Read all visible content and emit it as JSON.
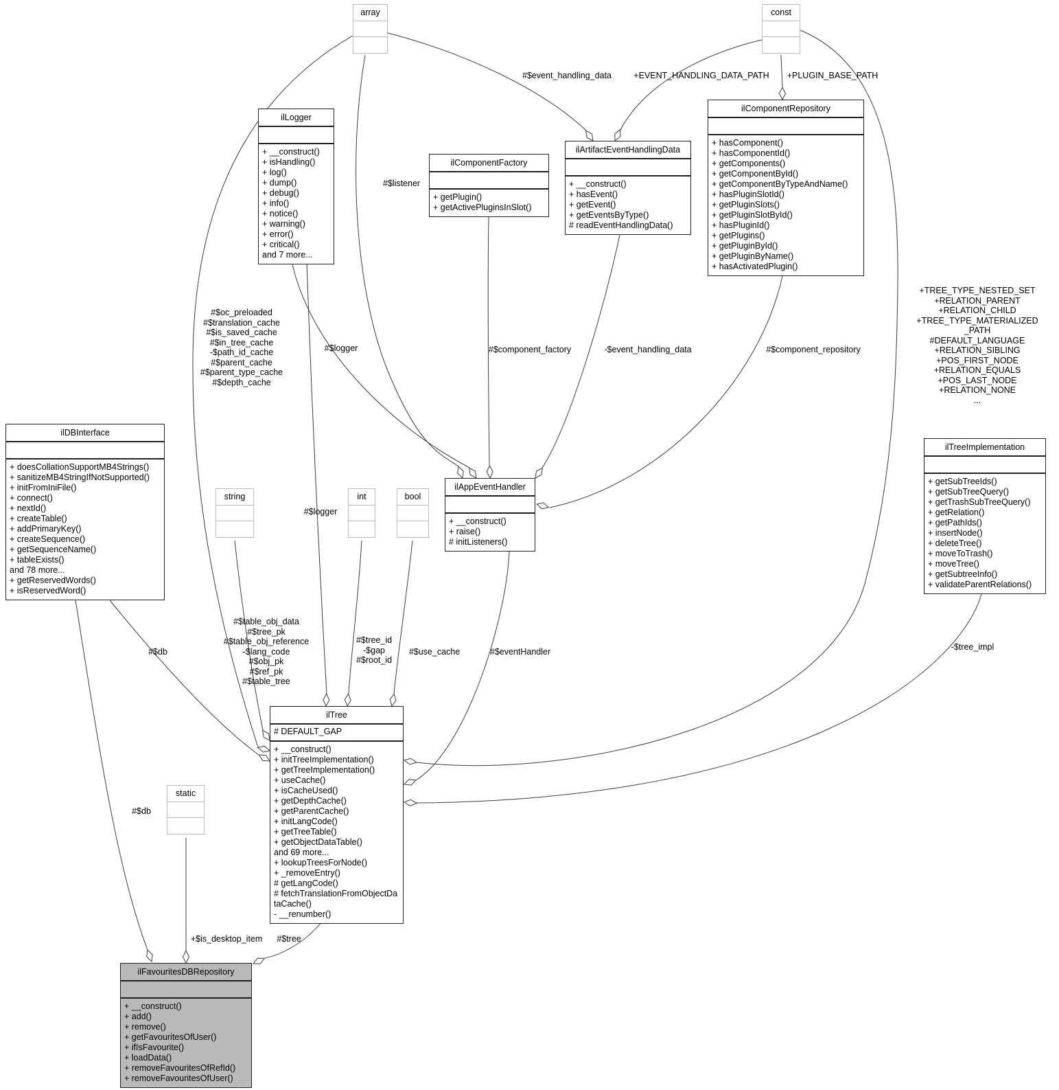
{
  "diagram": {
    "classes": [
      {
        "id": "array",
        "name": "array",
        "kind": "primitive",
        "attributes": [],
        "methods": []
      },
      {
        "id": "const",
        "name": "const",
        "kind": "primitive",
        "attributes": [],
        "methods": []
      },
      {
        "id": "string",
        "name": "string",
        "kind": "primitive",
        "attributes": [],
        "methods": []
      },
      {
        "id": "int",
        "name": "int",
        "kind": "primitive",
        "attributes": [],
        "methods": []
      },
      {
        "id": "bool",
        "name": "bool",
        "kind": "primitive",
        "attributes": [],
        "methods": []
      },
      {
        "id": "static",
        "name": "static",
        "kind": "primitive",
        "attributes": [],
        "methods": []
      },
      {
        "id": "ilLogger",
        "name": "ilLogger",
        "kind": "class",
        "attributes": [],
        "methods": [
          "+ __construct()",
          "+ isHandling()",
          "+ log()",
          "+ dump()",
          "+ debug()",
          "+ info()",
          "+ notice()",
          "+ warning()",
          "+ error()",
          "+ critical()",
          "and 7 more..."
        ]
      },
      {
        "id": "ilComponentFactory",
        "name": "ilComponentFactory",
        "kind": "class",
        "attributes": [],
        "methods": [
          "+ getPlugin()",
          "+ getActivePluginsInSlot()"
        ]
      },
      {
        "id": "ilArtifactEventHandlingData",
        "name": "ilArtifactEventHandlingData",
        "kind": "class",
        "attributes": [],
        "methods": [
          "+ __construct()",
          "+ hasEvent()",
          "+ getEvent()",
          "+ getEventsByType()",
          "# readEventHandlingData()"
        ]
      },
      {
        "id": "ilComponentRepository",
        "name": "ilComponentRepository",
        "kind": "class",
        "attributes": [],
        "methods": [
          "+ hasComponent()",
          "+ hasComponentId()",
          "+ getComponents()",
          "+ getComponentById()",
          "+ getComponentByTypeAndName()",
          "+ hasPluginSlotId()",
          "+ getPluginSlots()",
          "+ getPluginSlotById()",
          "+ hasPluginId()",
          "+ getPlugins()",
          "+ getPluginById()",
          "+ getPluginByName()",
          "+ hasActivatedPlugin()"
        ]
      },
      {
        "id": "ilDBInterface",
        "name": "ilDBInterface",
        "kind": "class",
        "attributes": [],
        "methods": [
          "+ doesCollationSupportMB4Strings()",
          "+ sanitizeMB4StringIfNotSupported()",
          "+ initFromIniFile()",
          "+ connect()",
          "+ nextId()",
          "+ createTable()",
          "+ addPrimaryKey()",
          "+ createSequence()",
          "+ getSequenceName()",
          "+ tableExists()",
          "and 78 more...",
          "+ getReservedWords()",
          "+ isReservedWord()"
        ]
      },
      {
        "id": "ilAppEventHandler",
        "name": "ilAppEventHandler",
        "kind": "class",
        "attributes": [],
        "methods": [
          "+ __construct()",
          "+ raise()",
          "# initListeners()"
        ]
      },
      {
        "id": "ilTreeImplementation",
        "name": "ilTreeImplementation",
        "kind": "class",
        "attributes": [],
        "methods": [
          "+ getSubTreeIds()",
          "+ getSubTreeQuery()",
          "+ getTrashSubTreeQuery()",
          "+ getRelation()",
          "+ getPathIds()",
          "+ insertNode()",
          "+ deleteTree()",
          "+ moveToTrash()",
          "+ moveTree()",
          "+ getSubtreeInfo()",
          "+ validateParentRelations()"
        ]
      },
      {
        "id": "ilTree",
        "name": "ilTree",
        "kind": "class",
        "attributes": [
          "# DEFAULT_GAP"
        ],
        "methods": [
          "+ __construct()",
          "+ initTreeImplementation()",
          "+ getTreeImplementation()",
          "+ useCache()",
          "+ isCacheUsed()",
          "+ getDepthCache()",
          "+ getParentCache()",
          "+ initLangCode()",
          "+ getTreeTable()",
          "+ getObjectDataTable()",
          "and 69 more...",
          "+ lookupTreesForNode()",
          "+ _removeEntry()",
          "# getLangCode()",
          "# fetchTranslationFromObjectDataCache()",
          "- __renumber()"
        ]
      },
      {
        "id": "ilFavouritesDBRepository",
        "name": "ilFavouritesDBRepository",
        "kind": "highlight",
        "attributes": [],
        "methods": [
          "+ __construct()",
          "+ add()",
          "+ remove()",
          "+ getFavouritesOfUser()",
          "+ ifIsFavourite()",
          "+ loadData()",
          "+ removeFavouritesOfRefId()",
          "+ removeFavouritesOfUser()"
        ]
      }
    ],
    "edge_labels": [
      {
        "id": "event_handling_data_arr",
        "text": "#$event_handling_data"
      },
      {
        "id": "event_handling_data_path",
        "text": "+EVENT_HANDLING_DATA_PATH"
      },
      {
        "id": "plugin_base_path",
        "text": "+PLUGIN_BASE_PATH"
      },
      {
        "id": "listener",
        "text": "#$listener"
      },
      {
        "id": "array_caches",
        "text": "#$oc_preloaded\n#$translation_cache\n#$is_saved_cache\n#$in_tree_cache\n-$path_id_cache\n#$parent_cache\n#$parent_type_cache\n#$depth_cache"
      },
      {
        "id": "logger_to_handler",
        "text": "#$logger"
      },
      {
        "id": "component_factory",
        "text": "#$component_factory"
      },
      {
        "id": "event_handling_data_min",
        "text": "-$event_handling_data"
      },
      {
        "id": "component_repository",
        "text": "#$component_repository"
      },
      {
        "id": "tree_constants",
        "text": "+TREE_TYPE_NESTED_SET\n+RELATION_PARENT\n+RELATION_CHILD\n+TREE_TYPE_MATERIALIZED\n_PATH\n#DEFAULT_LANGUAGE\n+RELATION_SIBLING\n+POS_FIRST_NODE\n+RELATION_EQUALS\n+POS_LAST_NODE\n+RELATION_NONE\n..."
      },
      {
        "id": "logger_to_tree",
        "text": "#$logger"
      },
      {
        "id": "string_fields",
        "text": "#$table_obj_data\n#$tree_pk\n#$table_obj_reference\n-$lang_code\n#$obj_pk\n#$ref_pk\n#$table_tree"
      },
      {
        "id": "int_fields",
        "text": "#$tree_id\n-$gap\n#$root_id"
      },
      {
        "id": "use_cache",
        "text": "#$use_cache"
      },
      {
        "id": "event_handler",
        "text": "#$eventHandler"
      },
      {
        "id": "db_to_tree",
        "text": "#$db"
      },
      {
        "id": "tree_impl",
        "text": "-$tree_impl"
      },
      {
        "id": "db_to_fav",
        "text": "#$db"
      },
      {
        "id": "is_desktop_item",
        "text": "+$is_desktop_item"
      },
      {
        "id": "tree_to_fav",
        "text": "#$tree"
      }
    ]
  }
}
